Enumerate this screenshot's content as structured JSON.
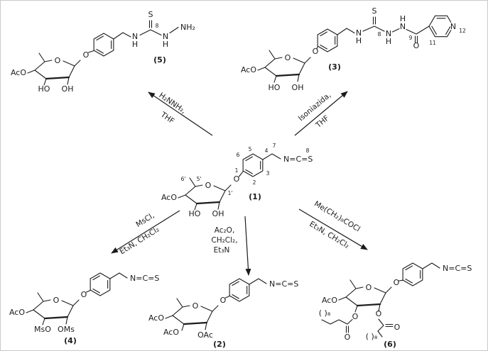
{
  "scheme": {
    "reagents": {
      "to5": [
        "H₂NNH₂,",
        "THF"
      ],
      "to3": [
        "Isoniazida,",
        "THF"
      ],
      "to4": [
        "MsCl,",
        "Et₃N, CH₂Cl₂"
      ],
      "to2": [
        "Ac₂O,",
        "CH₂Cl₂,",
        "Et₃N"
      ],
      "to6": [
        "Me(CH₂)₈COCl",
        "Et₃N, CH₂Cl₂"
      ]
    },
    "compound1": {
      "label": "(1)",
      "ring_oxygen": "O",
      "link_oxygen": "O",
      "substituents": {
        "aco": "AcO",
        "ho": "HO",
        "oh": "OH"
      },
      "isothiocyanate": "N=C=S",
      "numbers": {
        "n1": "1",
        "n2": "2",
        "n3": "3",
        "n4": "4",
        "n5": "5",
        "n6": "6",
        "n7": "7",
        "n8": "8",
        "c1p": "1'",
        "c5p": "5'",
        "c6p": "6'"
      }
    },
    "compound5": {
      "label": "(5)",
      "ring_oxygen": "O",
      "link_oxygen": "O",
      "substituents": {
        "aco": "AcO",
        "ho": "HO",
        "oh": "OH"
      },
      "chain": {
        "n1": "N",
        "h1": "H",
        "c8": "8",
        "s": "S",
        "n2": "N",
        "h2": "H",
        "nh2": "NH₂"
      }
    },
    "compound3": {
      "label": "(3)",
      "ring_oxygen": "O",
      "link_oxygen": "O",
      "substituents": {
        "aco": "AcO",
        "ho": "HO",
        "oh": "OH"
      },
      "chain": {
        "n1": "N",
        "h1": "H",
        "c8": "8",
        "s": "S",
        "n2": "N",
        "h2": "H",
        "n3": "N",
        "h3": "H",
        "c9": "9",
        "o9": "O",
        "py_n": "N",
        "c11": "11",
        "c12": "12"
      }
    },
    "compound4": {
      "label": "(4)",
      "ring_oxygen": "O",
      "link_oxygen": "O",
      "substituents": {
        "aco": "AcO",
        "mso": "MsO",
        "oms": "OMs"
      },
      "isothiocyanate": "N=C=S"
    },
    "compound2": {
      "label": "(2)",
      "ring_oxygen": "O",
      "link_oxygen": "O",
      "substituents": {
        "aco1": "AcO",
        "aco2": "AcO",
        "oac": "OAc"
      },
      "isothiocyanate": "N=C=S"
    },
    "compound6": {
      "label": "(6)",
      "ring_oxygen": "O",
      "link_oxygen": "O",
      "substituents": {
        "aco": "AcO"
      },
      "isothiocyanate": "N=C=S",
      "ester1": {
        "o": "O",
        "carbonyl_o": "O",
        "chain": "( )₈"
      },
      "ester2": {
        "o": "O",
        "carbonyl_o": "O",
        "chain": "( )₈"
      }
    }
  }
}
